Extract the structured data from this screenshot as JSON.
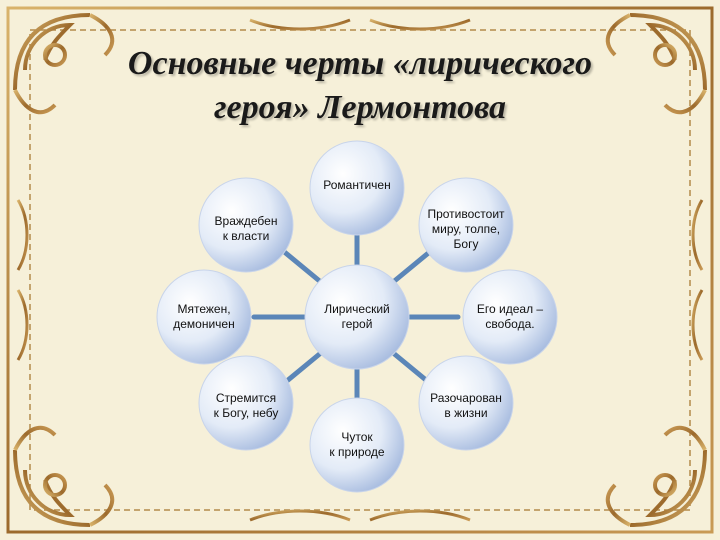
{
  "title": {
    "line1": "Основные черты «лирического",
    "line2": "героя» Лермонтова"
  },
  "diagram": {
    "center": {
      "label": "Лирический\nгерой"
    },
    "nodes": [
      {
        "id": "top",
        "label": "Романтичен"
      },
      {
        "id": "top-right",
        "label": "Противостоит\nмиру, толпе,\nБогу"
      },
      {
        "id": "right",
        "label": "Его идеал –\nсвобода."
      },
      {
        "id": "bottom-right",
        "label": "Разочарован\nв жизни"
      },
      {
        "id": "bottom",
        "label": "Чуток\nк природе"
      },
      {
        "id": "bottom-left",
        "label": "Стремится\nк Богу, небу"
      },
      {
        "id": "left",
        "label": "Мятежен,\nдемоничен"
      },
      {
        "id": "top-left",
        "label": "Враждебен\nк власти"
      }
    ]
  },
  "colors": {
    "background": "#f6f0d9",
    "frame": "#a87a3c",
    "connector": "#5b86b8",
    "bubble_light": "#ffffff",
    "bubble_dark": "#9fb5dc"
  }
}
